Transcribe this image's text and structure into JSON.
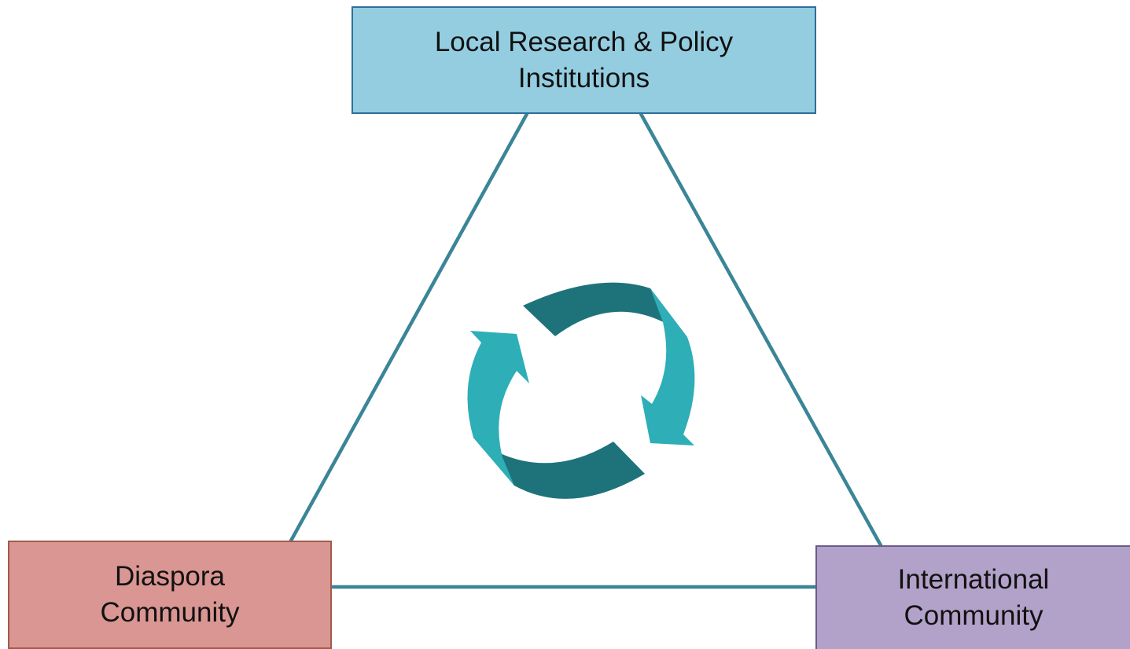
{
  "colors": {
    "connector": "#3a8597",
    "arrow_dark": "#1e737b",
    "arrow_light": "#2eaeb6",
    "top_box": "#94cde0",
    "left_box": "#d99693",
    "right_box": "#b2a1c8"
  },
  "nodes": {
    "top": {
      "line1": "Local Research & Policy",
      "line2": "Institutions"
    },
    "left": {
      "line1": "Diaspora",
      "line2": "Community"
    },
    "right": {
      "line1": "International",
      "line2": "Community"
    }
  },
  "center_icon": "refresh-cycle-arrows-icon"
}
